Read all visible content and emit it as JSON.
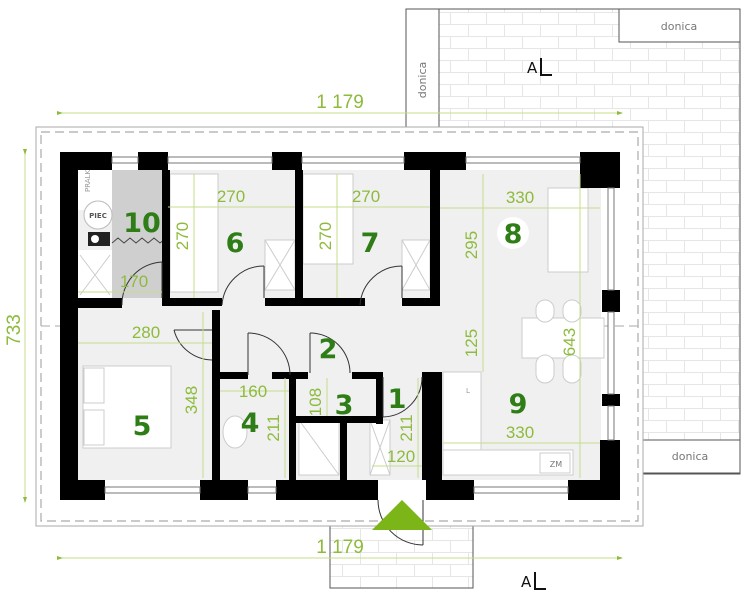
{
  "plan": {
    "overall_width": "1 179",
    "overall_width_bottom": "1 179",
    "overall_depth": "733",
    "section_marker": "A",
    "planters": [
      {
        "id": "donica-top-right",
        "label": "donica"
      },
      {
        "id": "donica-left-vertical",
        "label": "donica"
      },
      {
        "id": "donica-bottom-right",
        "label": "donica"
      }
    ],
    "fixtures": {
      "stove": "PIEC",
      "washer": "PRALKA",
      "fridge": "ZM",
      "sink_label": "L"
    },
    "rooms": [
      {
        "number": "1",
        "width": "120",
        "depth": "211"
      },
      {
        "number": "2",
        "width": "",
        "depth": "125"
      },
      {
        "number": "3",
        "width": "",
        "depth": "108"
      },
      {
        "number": "4",
        "width": "160",
        "depth": "211"
      },
      {
        "number": "5",
        "width": "280",
        "depth": "348"
      },
      {
        "number": "6",
        "width": "270",
        "depth": "270"
      },
      {
        "number": "7",
        "width": "270",
        "depth": "270"
      },
      {
        "number": "8",
        "width": "330",
        "depth": "295"
      },
      {
        "number": "9",
        "width": "330",
        "depth": "643"
      },
      {
        "number": "10",
        "width": "170",
        "depth": ""
      }
    ]
  },
  "colors": {
    "dimension": "#8dbb3c",
    "room_number": "#2e7d16",
    "wall": "#000000",
    "floor": "#f0f0f0",
    "boiler_room": "#cfcfcf",
    "entry_arrow": "#7cb518"
  }
}
